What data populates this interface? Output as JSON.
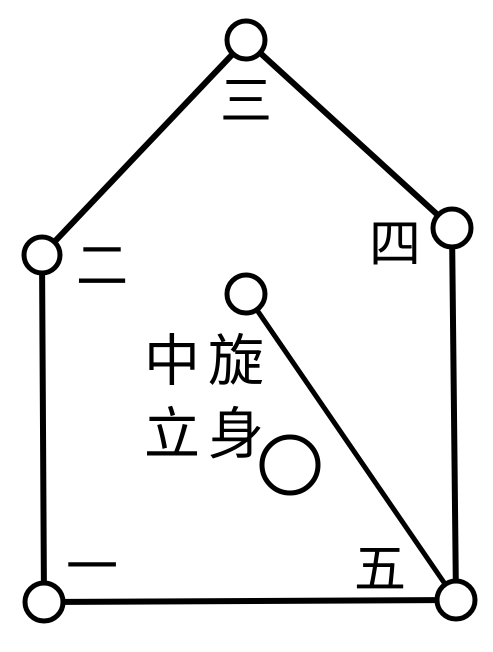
{
  "diagram": {
    "labels": {
      "one": "一",
      "two": "二",
      "three": "三",
      "four": "四",
      "five": "五",
      "zhong": "中",
      "xuan": "旋",
      "li": "立",
      "shen": "身"
    }
  }
}
